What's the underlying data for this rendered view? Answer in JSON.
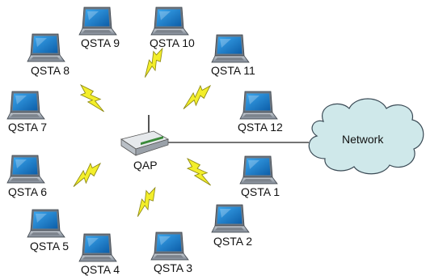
{
  "ap": {
    "label": "QAP",
    "icon": "access-point-icon"
  },
  "network": {
    "label": "Network",
    "icon": "cloud-icon"
  },
  "stations": [
    {
      "label": "QSTA 1",
      "icon": "laptop-icon"
    },
    {
      "label": "QSTA 2",
      "icon": "laptop-icon"
    },
    {
      "label": "QSTA 3",
      "icon": "laptop-icon"
    },
    {
      "label": "QSTA 4",
      "icon": "laptop-icon"
    },
    {
      "label": "QSTA 5",
      "icon": "laptop-icon"
    },
    {
      "label": "QSTA 6",
      "icon": "laptop-icon"
    },
    {
      "label": "QSTA 7",
      "icon": "laptop-icon"
    },
    {
      "label": "QSTA 8",
      "icon": "laptop-icon"
    },
    {
      "label": "QSTA 9",
      "icon": "laptop-icon"
    },
    {
      "label": "QSTA 10",
      "icon": "laptop-icon"
    },
    {
      "label": "QSTA 11",
      "icon": "laptop-icon"
    },
    {
      "label": "QSTA 12",
      "icon": "laptop-icon"
    }
  ],
  "colors": {
    "screen": "#1a7fd0",
    "laptop_body": "#9aa3ad",
    "bolt": "#f3ee2a",
    "cloud": "#cfe8ea",
    "cloud_stroke": "#3a4a55"
  }
}
